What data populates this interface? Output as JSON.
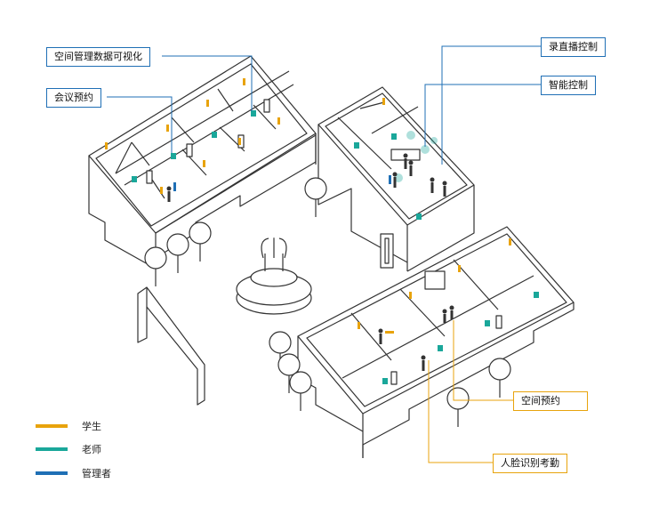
{
  "callouts": {
    "data_viz": "空间管理数据可视化",
    "meeting_booking": "会议预约",
    "recording_control": "录直播控制",
    "smart_control": "智能控制",
    "space_booking": "空间预约",
    "face_attendance": "人脸识别考勤"
  },
  "legend": [
    {
      "label": "学生",
      "color": "#e8a30c"
    },
    {
      "label": "老师",
      "color": "#1aa79a"
    },
    {
      "label": "管理者",
      "color": "#1f6fb5"
    }
  ],
  "colors": {
    "line": "#333333",
    "blue": "#1f6fb5",
    "orange": "#e8a30c",
    "teal": "#1aa79a"
  }
}
